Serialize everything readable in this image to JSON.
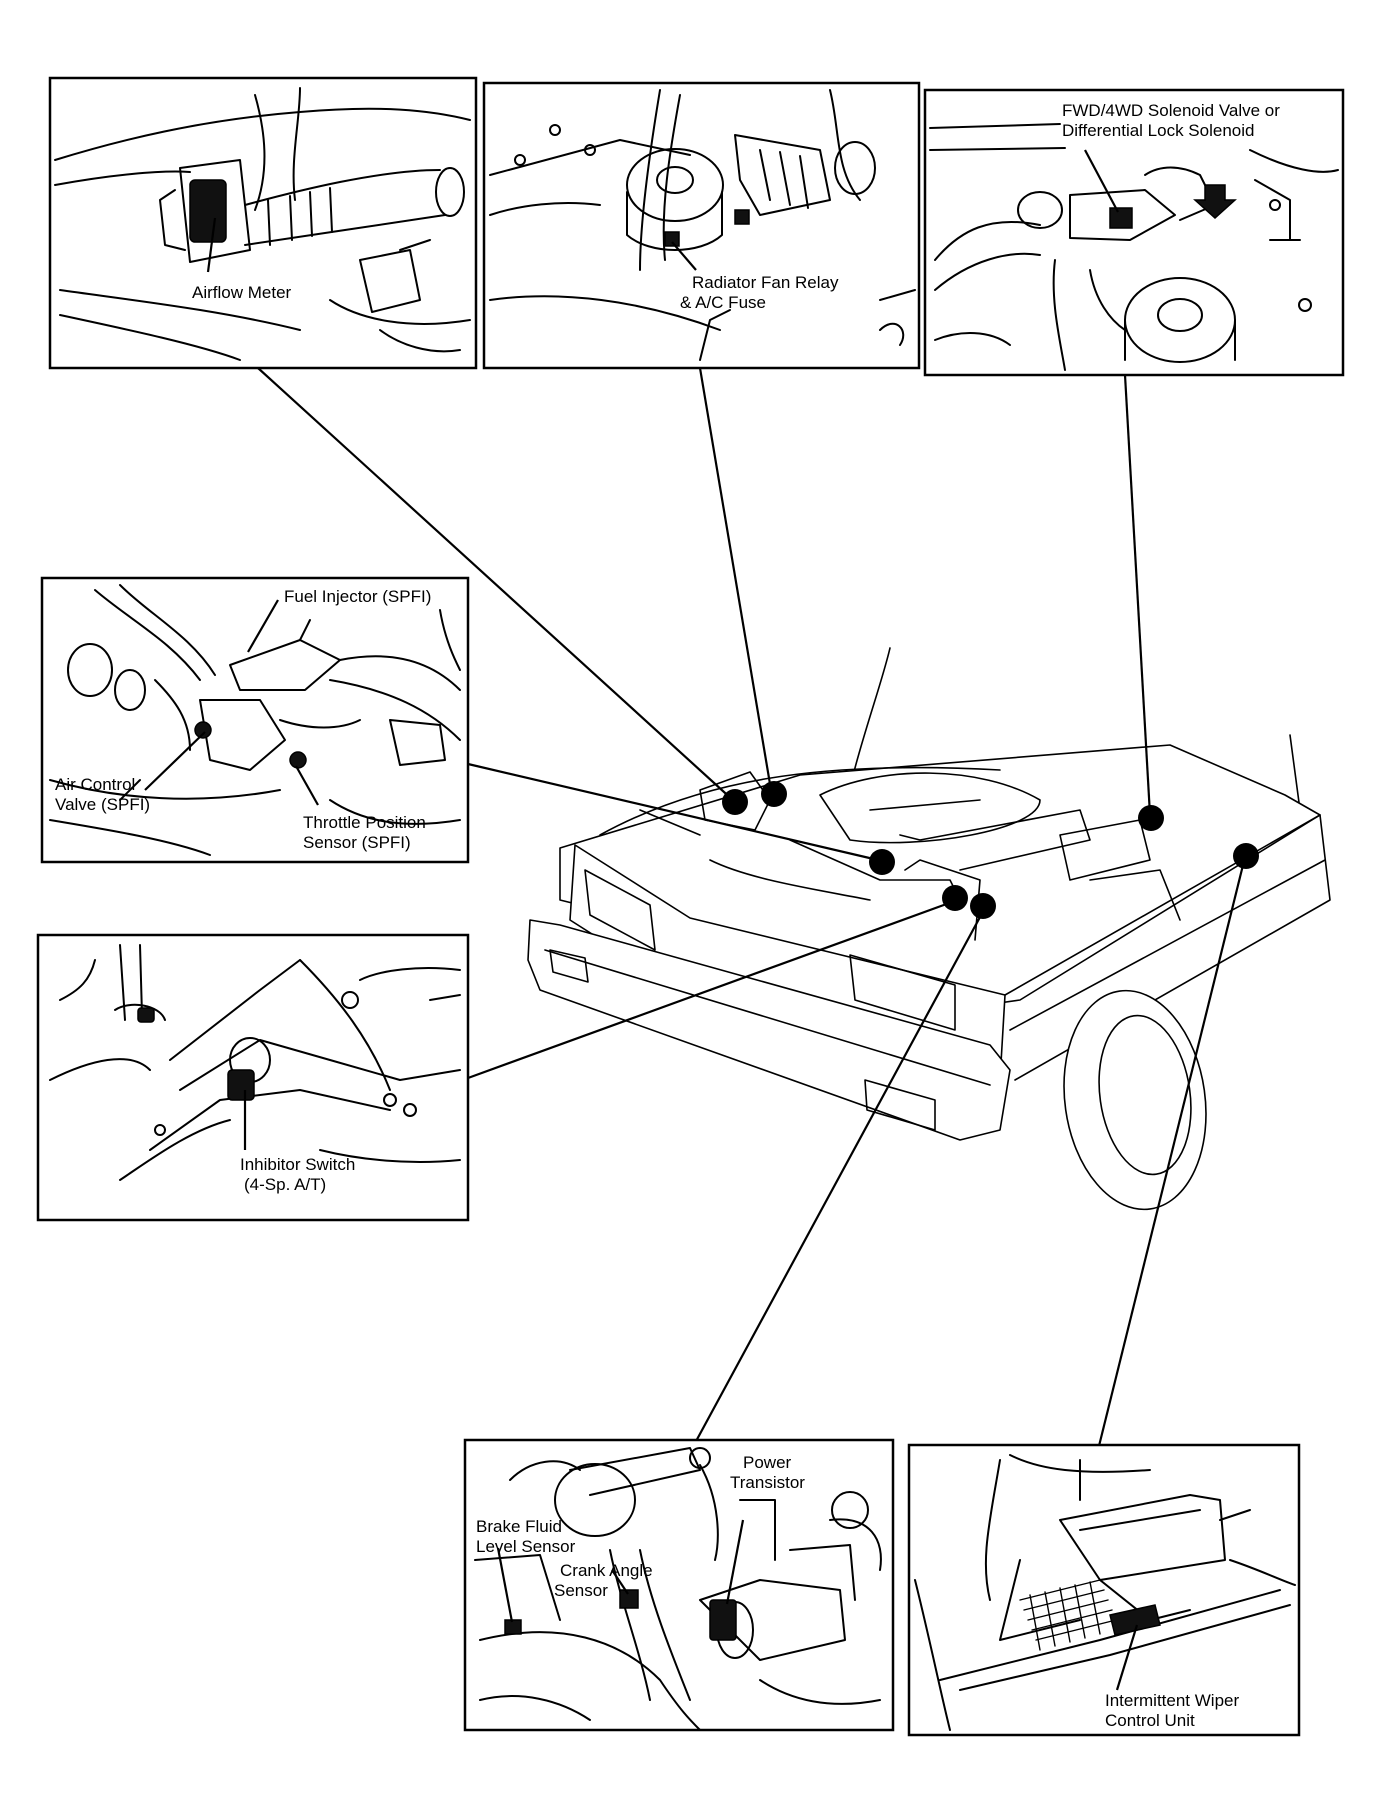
{
  "diagram": {
    "callouts": [
      {
        "id": "airflow-meter",
        "lines": [
          "Airflow Meter"
        ]
      },
      {
        "id": "radiator-fan-relay",
        "lines": [
          "Radiator Fan Relay",
          "& A/C Fuse"
        ]
      },
      {
        "id": "fwd-solenoid",
        "lines": [
          "FWD/4WD Solenoid Valve or",
          "Differential Lock Solenoid"
        ]
      },
      {
        "id": "fuel-injector",
        "lines": [
          "Fuel Injector (SPFI)"
        ]
      },
      {
        "id": "air-control-valve",
        "lines": [
          "Air Control",
          "Valve (SPFI)"
        ]
      },
      {
        "id": "throttle-position-sensor",
        "lines": [
          "Throttle Position",
          "Sensor (SPFI)"
        ]
      },
      {
        "id": "inhibitor-switch",
        "lines": [
          "Inhibitor Switch",
          "(4-Sp. A/T)"
        ]
      },
      {
        "id": "power-transistor",
        "lines": [
          "Power",
          "Transistor"
        ]
      },
      {
        "id": "crank-angle-sensor",
        "lines": [
          "Crank Angle",
          "Sensor"
        ]
      },
      {
        "id": "brake-fluid-level-sensor",
        "lines": [
          "Brake Fluid",
          "Level Sensor"
        ]
      },
      {
        "id": "intermittent-wiper",
        "lines": [
          "Intermittent Wiper",
          "Control Unit"
        ]
      }
    ]
  }
}
